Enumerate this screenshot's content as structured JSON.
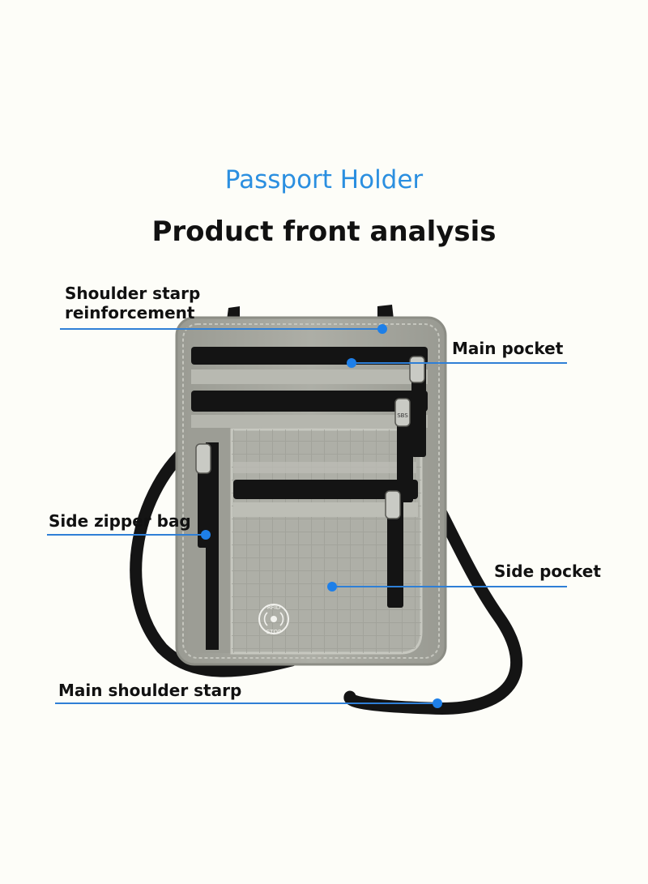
{
  "header": {
    "title": "Passport Holder",
    "subtitle": "Product front analysis"
  },
  "callouts": {
    "shoulder_strap_reinforcement": [
      "Shoulder starp",
      "reinforcement"
    ],
    "main_pocket": "Main pocket",
    "side_zipper_bag": "Side zipper bag",
    "side_pocket": "Side pocket",
    "main_shoulder_strap": "Main shoulder starp"
  },
  "badge": {
    "line1": "RFID",
    "line2": "STOP"
  },
  "zipper_tag": "SBS",
  "colors": {
    "title_blue": "#2b8fe0",
    "callout_line": "#2f7fd6",
    "callout_dot": "#1e7fe8",
    "bag_body": "#a9aaa2",
    "zipper_black": "#141414"
  }
}
